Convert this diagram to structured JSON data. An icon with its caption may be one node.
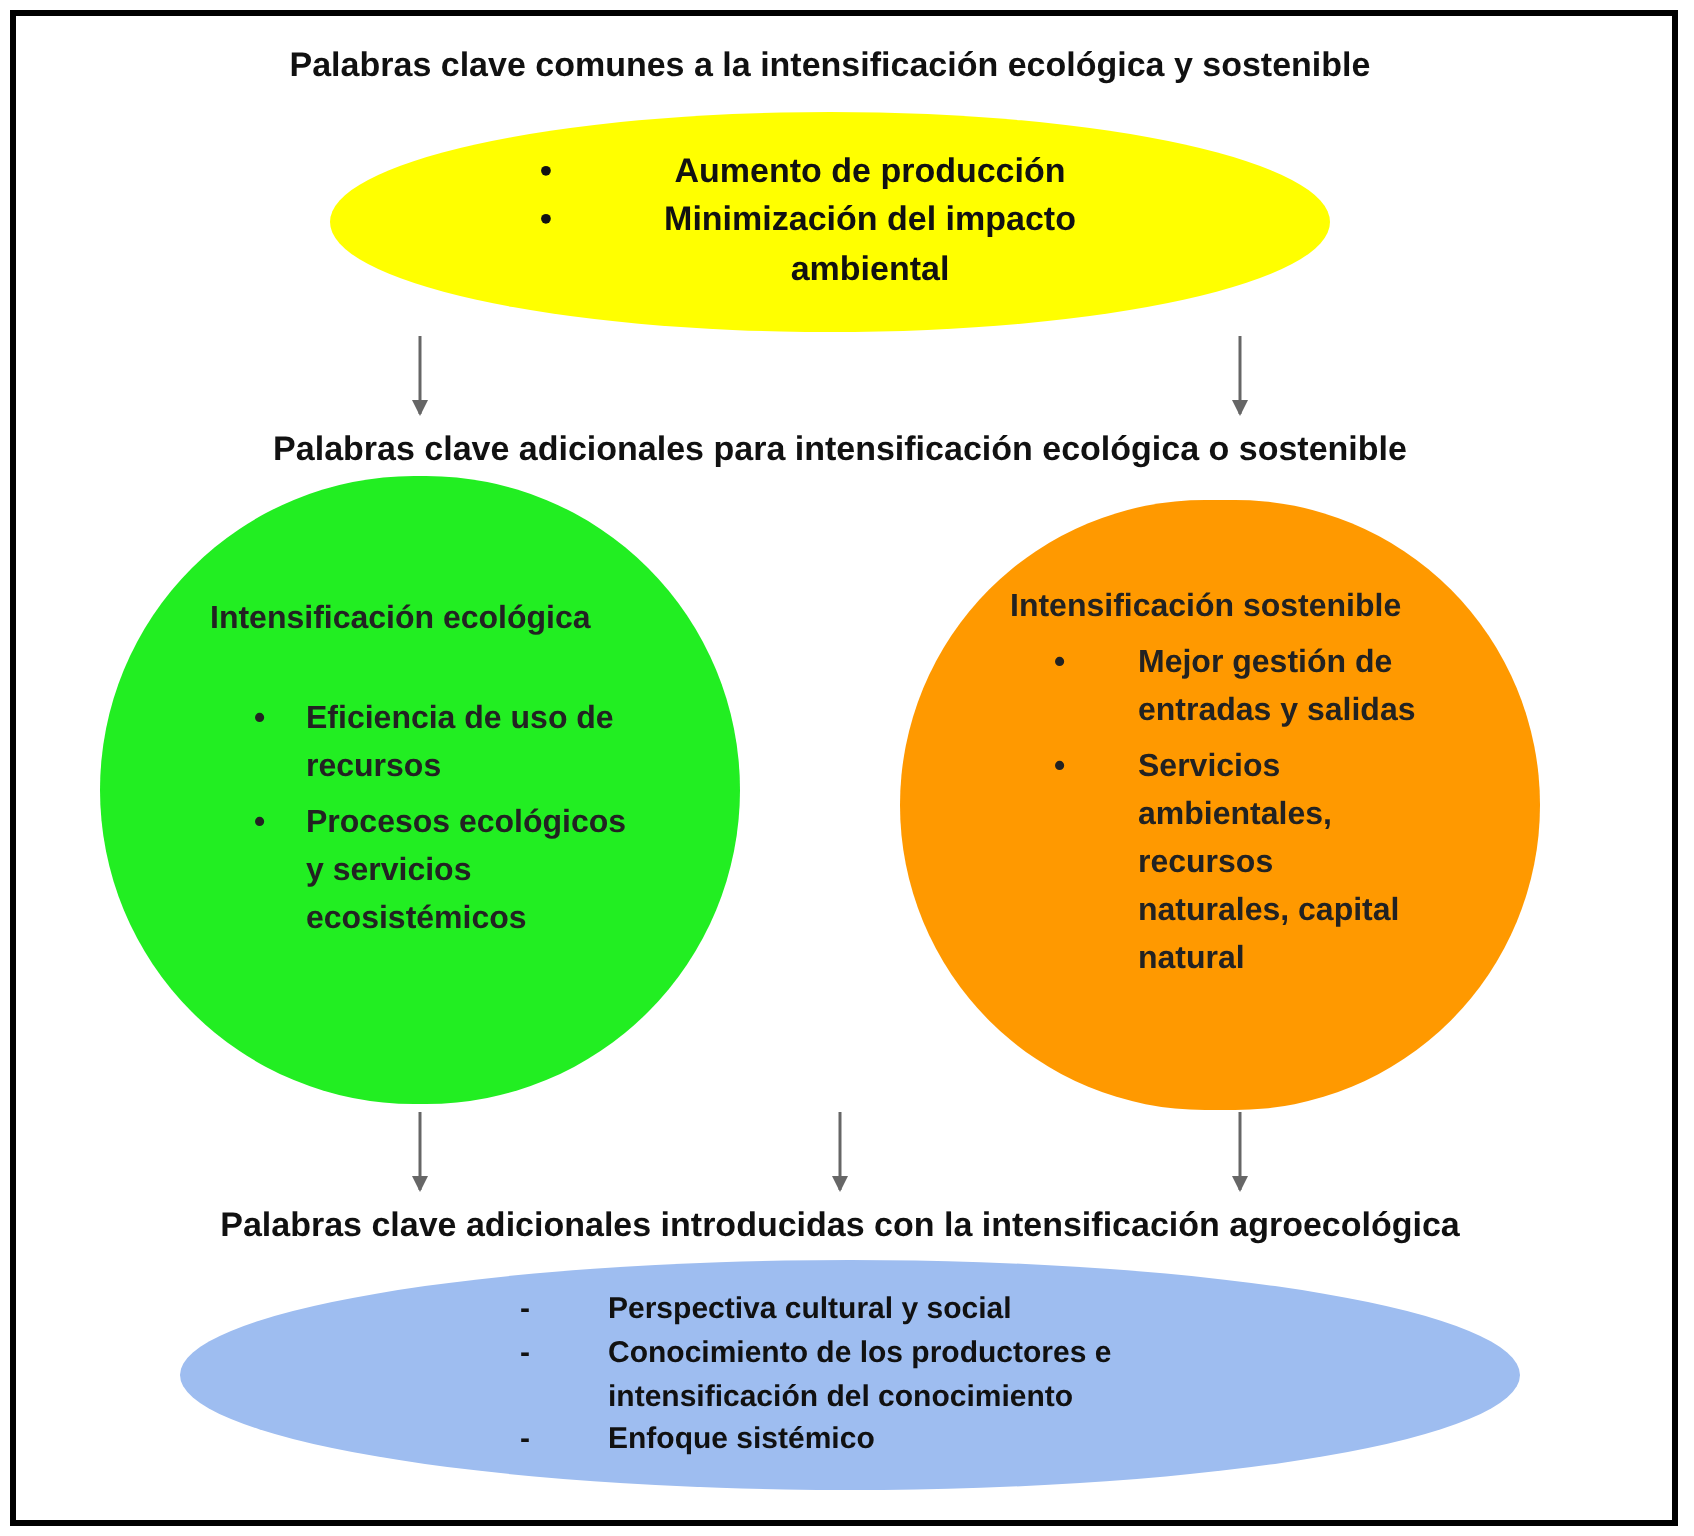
{
  "diagram": {
    "nodes": [
      {
        "text": [
          "Palabras clave comunes a la intensificación ecológica y sostenible",
          "•",
          "Aumento de producción",
          "•",
          "Minimización del impacto ambiental"
        ]
      },
      {
        "text": [
          "Palabras clave adicionales para intensificación ecológica o sostenible"
        ]
      },
      {
        "text": [
          "Intensificación ecológica",
          "•",
          "Eficiencia de uso de recursos",
          "•",
          "Procesos ecológicos y servicios ecosistémicos"
        ]
      },
      {
        "text": [
          "Intensificación sostenible",
          "•",
          "Mejor gestión de entradas y salidas",
          "•",
          "Servicios ambientales, recursos naturales, capital natural"
        ]
      },
      {
        "text": [
          "Palabras clave adicionales introducidas con la intensificación agroecológica"
        ]
      },
      {
        "text": [
          "-",
          "Perspectiva cultural y social",
          "-",
          "Conocimiento de los productores e intensificación del conocimiento",
          "-",
          "Enfoque sistémico"
        ]
      }
    ],
    "edges": [
      {
        "from": 0,
        "to": 1,
        "arrow": "to"
      },
      {
        "from": 0,
        "to": 1,
        "arrow": "to"
      },
      {
        "from": 2,
        "to": 4,
        "arrow": "to"
      },
      {
        "from": null,
        "to": 4,
        "arrow": "to"
      },
      {
        "from": 3,
        "to": 4,
        "arrow": "to"
      }
    ]
  }
}
